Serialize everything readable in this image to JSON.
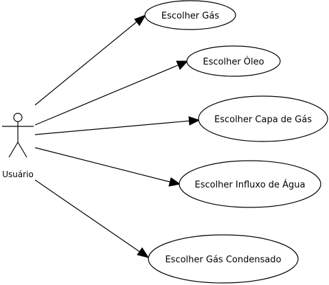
{
  "diagram": {
    "type": "use-case",
    "colors": {
      "stroke": "#000000",
      "fill": "#ffffff"
    },
    "actor": {
      "label": "Usuário"
    },
    "use_cases": [
      {
        "label": "Escolher Gás"
      },
      {
        "label": "Escolher Óleo"
      },
      {
        "label": "Escolher Capa de Gás"
      },
      {
        "label": "Escolher Influxo de Água"
      },
      {
        "label": "Escolher Gás Condensado"
      }
    ],
    "associations": [
      {
        "from": "Usuário",
        "to": "Escolher Gás",
        "directed": true
      },
      {
        "from": "Usuário",
        "to": "Escolher Óleo",
        "directed": true
      },
      {
        "from": "Usuário",
        "to": "Escolher Capa de Gás",
        "directed": true
      },
      {
        "from": "Usuário",
        "to": "Escolher Influxo de Água",
        "directed": true
      },
      {
        "from": "Usuário",
        "to": "Escolher Gás Condensado",
        "directed": true
      }
    ]
  }
}
